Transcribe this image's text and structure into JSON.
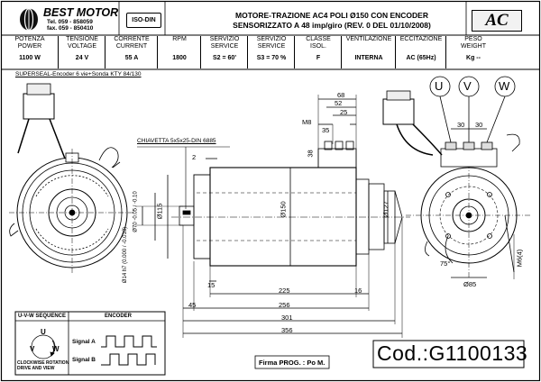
{
  "header": {
    "brand": "BEST MOTOR",
    "tel": "Tel. 059 - 858059",
    "fax": "fax. 059 - 850410",
    "iso": "ISO-DIN",
    "title_line1": "MOTORE-TRAZIONE AC4 POLI Ø150 CON ENCODER",
    "title_line2": "SENSORIZZATO A 48 imp/giro (REV. 0 DEL 01/10/2008)",
    "badge": "AC"
  },
  "specs": [
    {
      "label": "POTENZA\nPOWER",
      "value": "1100 W"
    },
    {
      "label": "TENSIONE\nVOLTAGE",
      "value": "24 V"
    },
    {
      "label": "CORRENTE\nCURRENT",
      "value": "55 A"
    },
    {
      "label": "RPM",
      "value": "1800"
    },
    {
      "label": "SERVIZIO\nSERVICE",
      "value": "S2 =  60'"
    },
    {
      "label": "SERVIZIO\nSERVICE",
      "value": "S3 = 70 %"
    },
    {
      "label": "CLASSE\nISOL.",
      "value": "F"
    },
    {
      "label": "VENTILAZIONE",
      "value": "INTERNA"
    },
    {
      "label": "ECCITAZIONE",
      "value": "AC (65Hz)"
    },
    {
      "label": "PESO\nWEIGHT",
      "value": "Kg --"
    }
  ],
  "drawing": {
    "connector_note": "SUPERSEAL-Encoder 6 vie+Sonda KTY 84/130",
    "key_note": "CHIAVETTA 5x5x25-DIN 6885",
    "phases": [
      "U",
      "V",
      "W"
    ],
    "dims": {
      "d68": "68",
      "d52": "52",
      "d25": "25",
      "m8": "M8",
      "d35": "35",
      "d38": "38",
      "d2": "2",
      "d15a": "15",
      "d225": "225",
      "d16": "16",
      "d45": "45",
      "d256": "256",
      "d301": "301",
      "d356": "356",
      "d30a": "30",
      "d30b": "30",
      "d127": "Ø127",
      "d150": "Ø150",
      "d85": "Ø85",
      "d75": "75°",
      "m6": "M6(4)",
      "d115": "Ø115",
      "d70": "Ø70 -0.05 / -0.10",
      "d14": "Ø14 h7 (0.000 / -0.018)"
    }
  },
  "legend": {
    "uvw_title": "U-V-W SEQUENCE",
    "uvw_caption": "CLOCKWISE ROTATION\nDRIVE AND VIEW",
    "encoder_title": "ENCODER",
    "signal_a": "Signal A",
    "signal_b": "Signal B"
  },
  "footer": {
    "signature": "Firma PROG. : Po M.",
    "code": "Cod.:G1100133"
  }
}
